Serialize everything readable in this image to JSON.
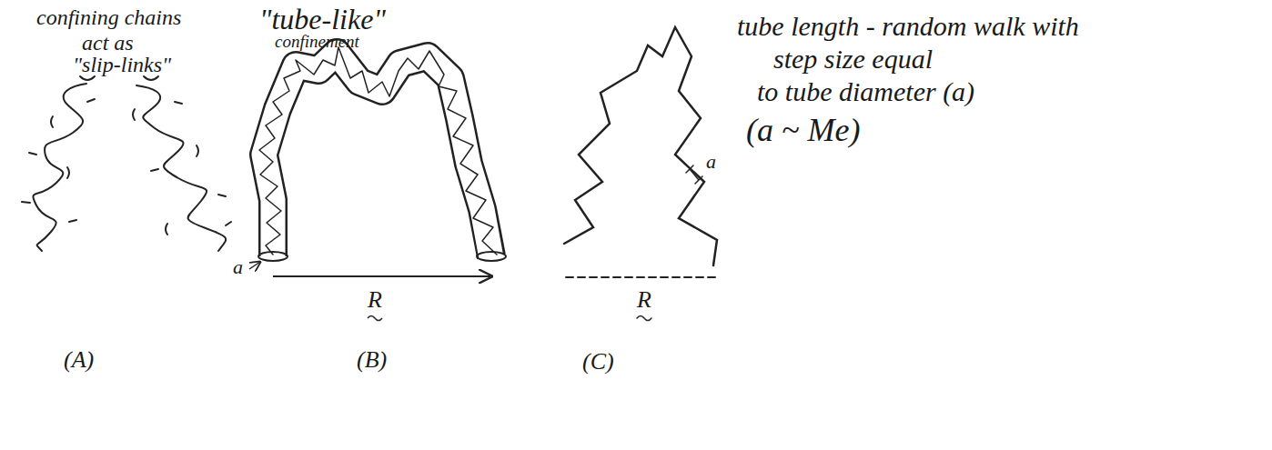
{
  "diagram": {
    "labels": [
      "confining chains",
      "act as",
      "\"slip-links\"",
      "\"tube-like\"",
      "confinement",
      "tube length - random walk with",
      "step size equal",
      "to tube diameter (a)",
      "(a ~ Me)",
      "a",
      "R",
      "a",
      "R",
      "(A)",
      "(B)",
      "(C)"
    ]
  }
}
